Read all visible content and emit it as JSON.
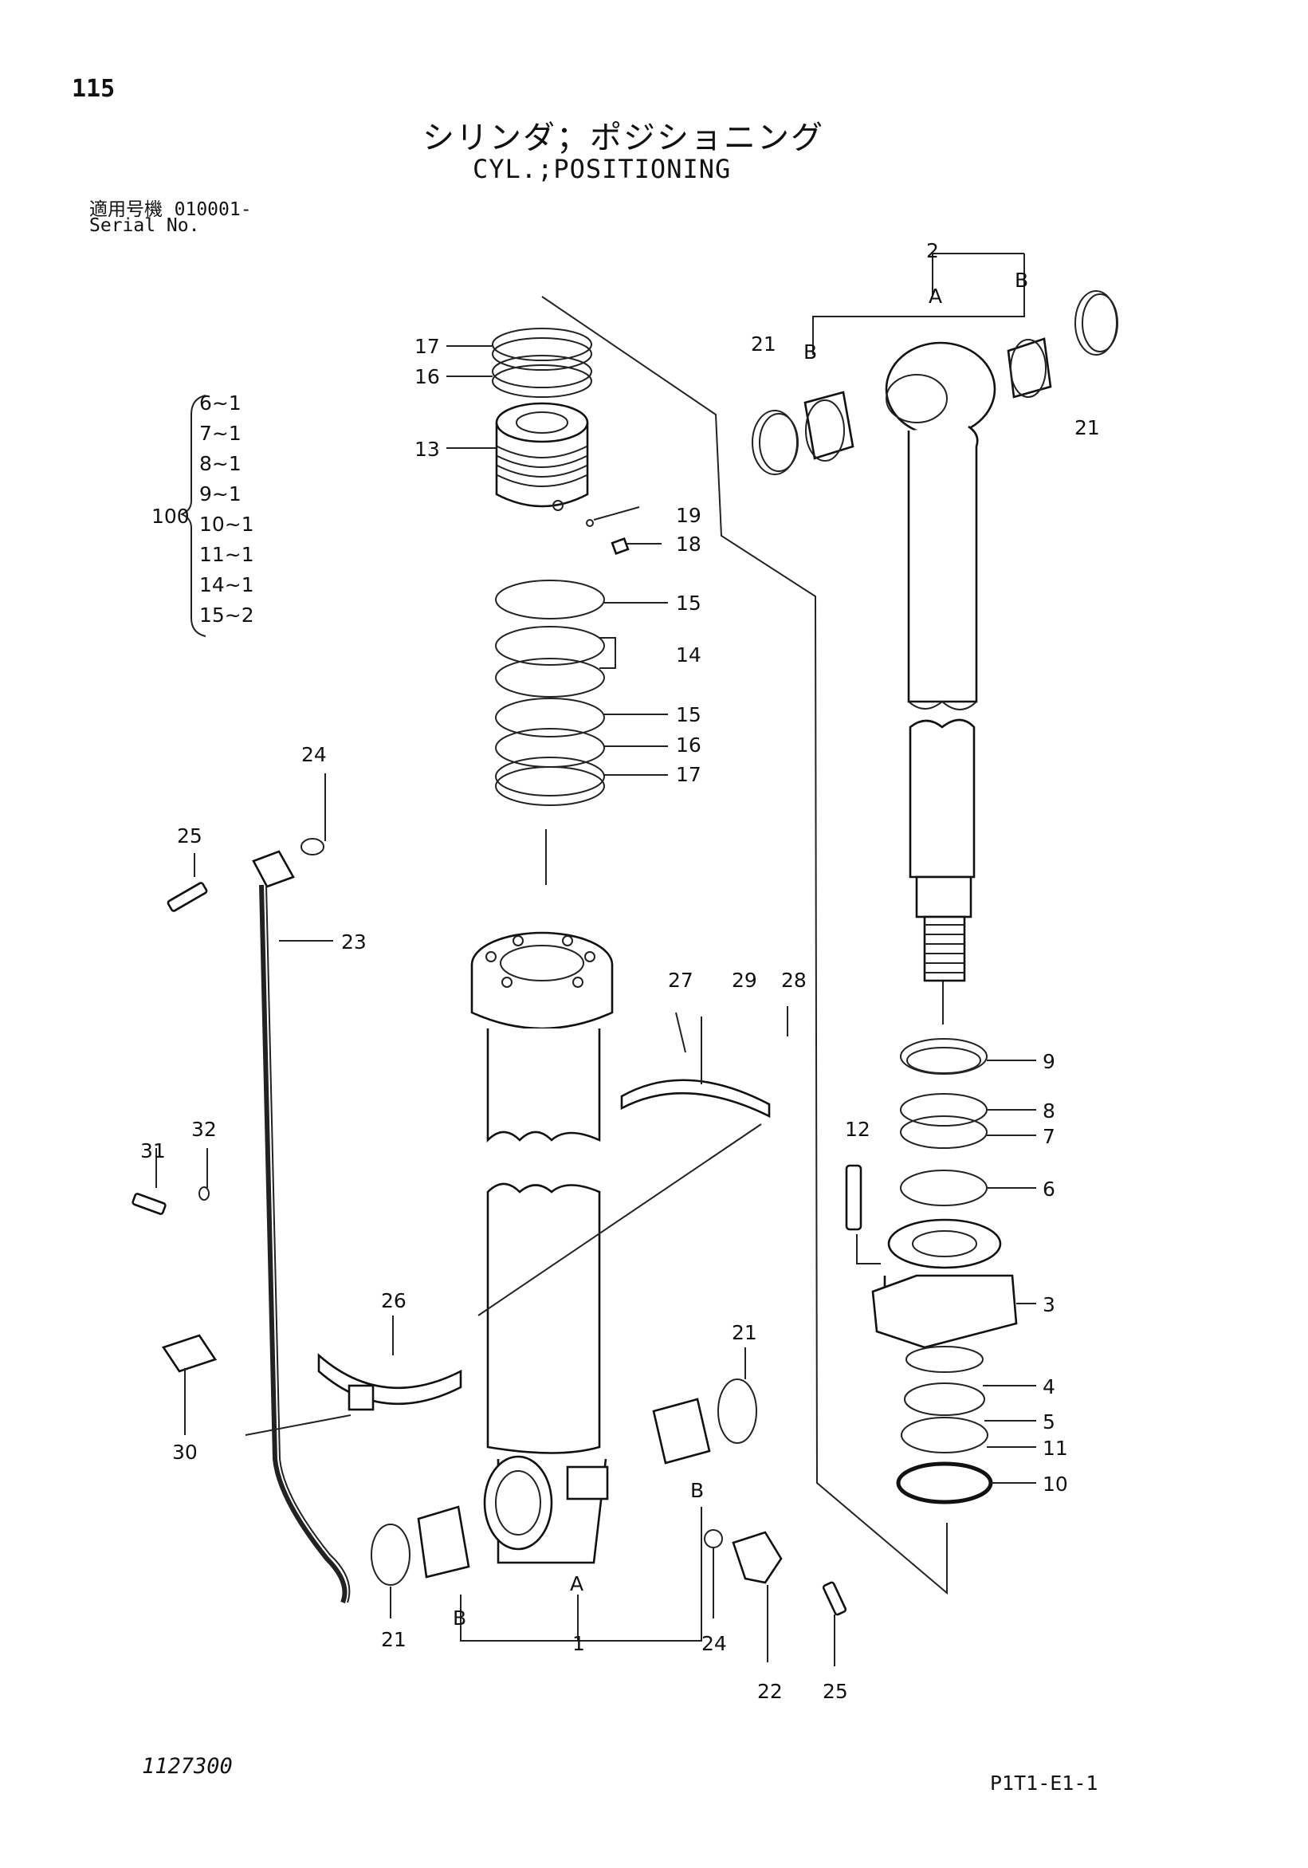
{
  "header": {
    "page_number": "115",
    "title_jp": "シリンダ；ポジショニング",
    "title_en": "CYL.;POSITIONING",
    "serial_label_jp": "適用号機",
    "serial_value": "010001-",
    "serial_label_en": "Serial No."
  },
  "kit": {
    "number": "100",
    "items": [
      "6~1",
      "7~1",
      "8~1",
      "9~1",
      "10~1",
      "11~1",
      "14~1",
      "15~2"
    ]
  },
  "callouts": {
    "c1": "1",
    "c2": "2",
    "c3": "3",
    "c4": "4",
    "c5": "5",
    "c6": "6",
    "c7": "7",
    "c8": "8",
    "c9": "9",
    "c10": "10",
    "c11": "11",
    "c12": "12",
    "c13": "13",
    "c14": "14",
    "c15": "15",
    "c16": "16",
    "c17": "17",
    "c18": "18",
    "c19": "19",
    "c21": "21",
    "c22": "22",
    "c23": "23",
    "c24": "24",
    "c25": "25",
    "c26": "26",
    "c27": "27",
    "c28": "28",
    "c29": "29",
    "c30": "30",
    "c31": "31",
    "c32": "32",
    "a": "A",
    "b": "B"
  },
  "footer": {
    "drawing_number": "1127300",
    "page_code": "P1T1-E1-1"
  }
}
